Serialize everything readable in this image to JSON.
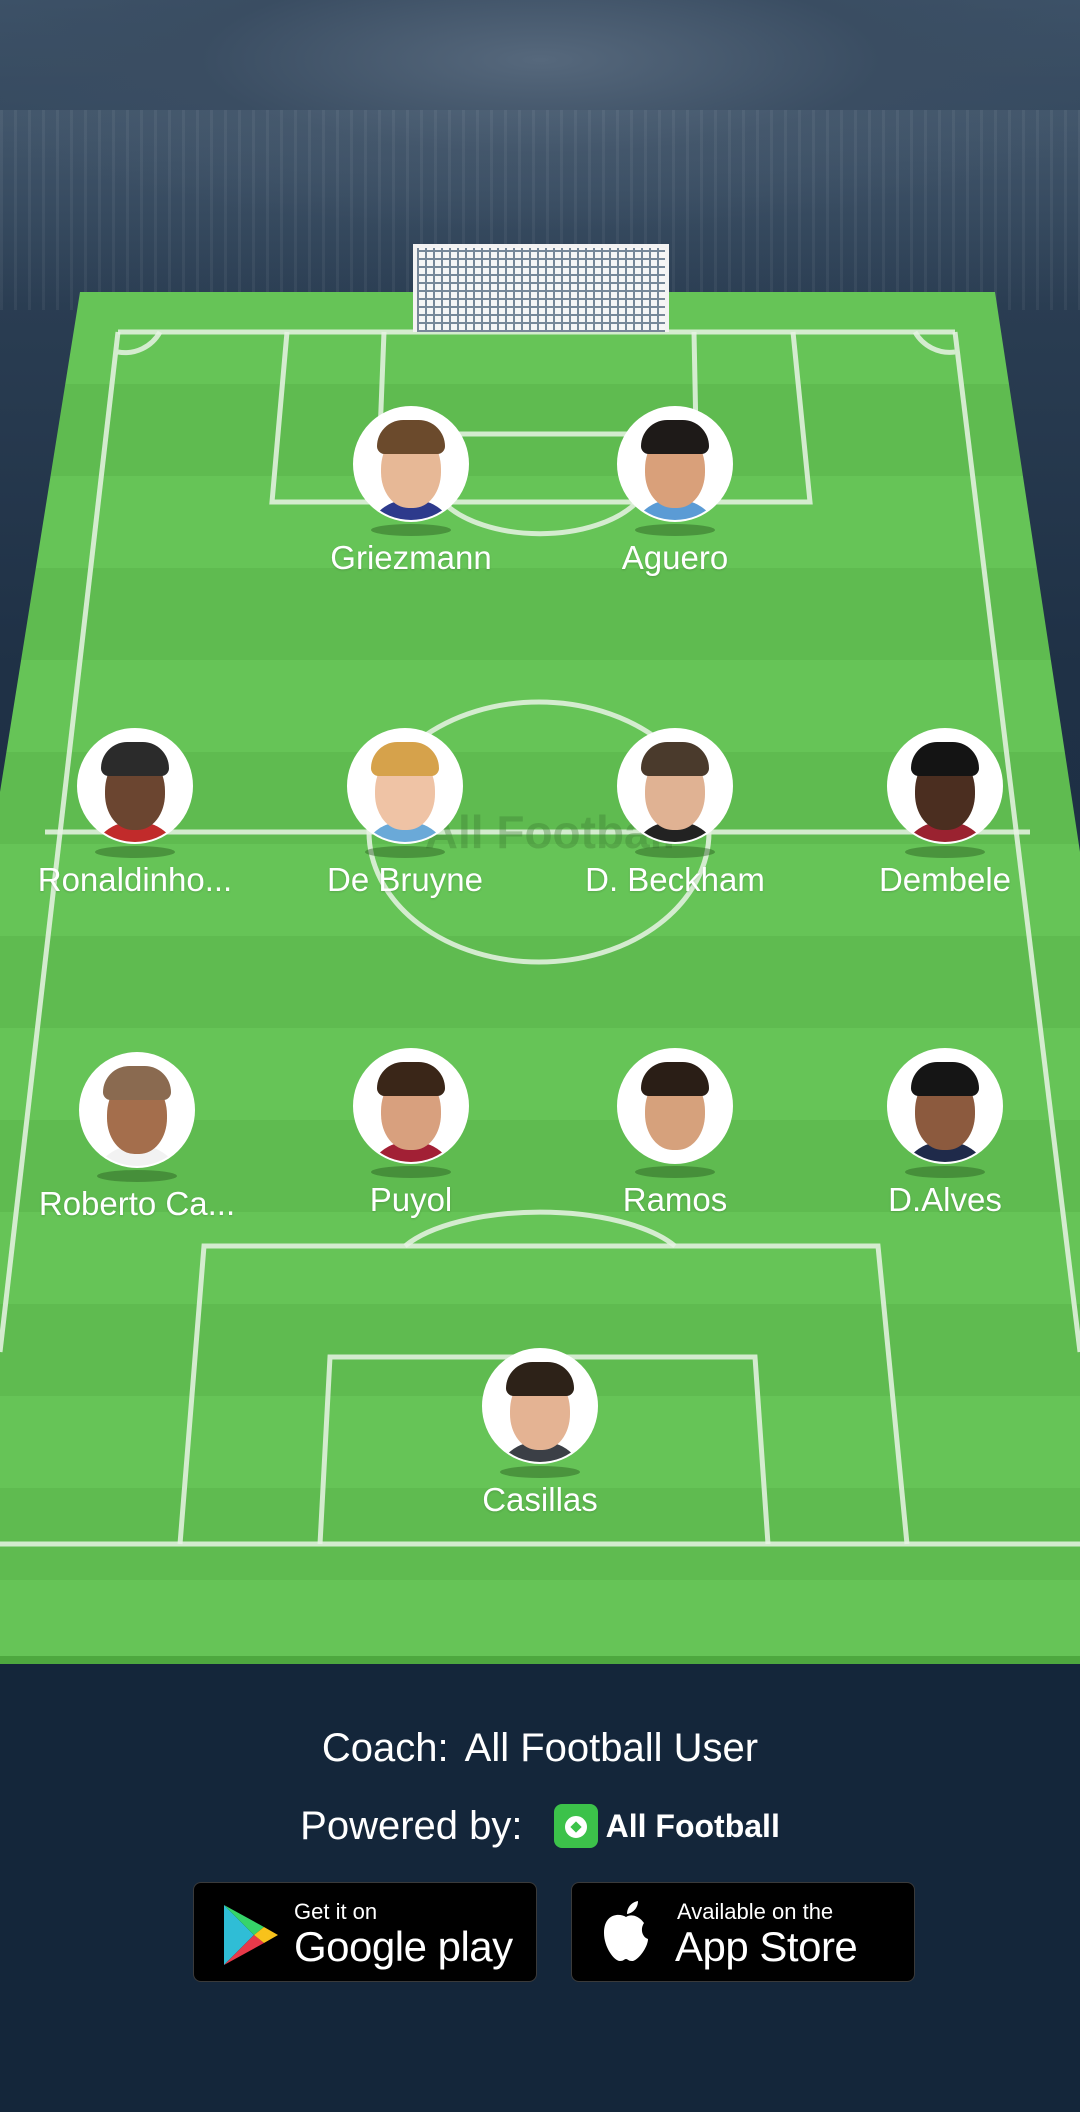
{
  "watermark": "All Football",
  "players": [
    {
      "name": "Griezmann",
      "skin": "#e7b896",
      "hair": "#6b4a2c",
      "shirt": "#2d3a8c"
    },
    {
      "name": "Aguero",
      "skin": "#d9a07a",
      "hair": "#1e1a18",
      "shirt": "#5b9bd5"
    },
    {
      "name": "Ronaldinho...",
      "skin": "#6b4530",
      "hair": "#2b2b2b",
      "shirt": "#c12b2b"
    },
    {
      "name": "De Bruyne",
      "skin": "#efc3a5",
      "hair": "#d6a24b",
      "shirt": "#6aa9d8"
    },
    {
      "name": "D. Beckham",
      "skin": "#e0b293",
      "hair": "#4a3a2c",
      "shirt": "#222222"
    },
    {
      "name": "Dembele",
      "skin": "#4b2e20",
      "hair": "#141414",
      "shirt": "#9a2230"
    },
    {
      "name": "Roberto Ca...",
      "skin": "#a46e4c",
      "hair": "#8a6a50",
      "shirt": "#f2f2f2"
    },
    {
      "name": "Puyol",
      "skin": "#d8a07e",
      "hair": "#3a2618",
      "shirt": "#a22035"
    },
    {
      "name": "Ramos",
      "skin": "#d6a17c",
      "hair": "#2a1e16",
      "shirt": "#ffffff"
    },
    {
      "name": "D.Alves",
      "skin": "#8c5a3e",
      "hair": "#151515",
      "shirt": "#1f2a4a"
    },
    {
      "name": "Casillas",
      "skin": "#e4b393",
      "hair": "#2d2218",
      "shirt": "#3b3f46"
    }
  ],
  "footer": {
    "coach_label": "Coach:",
    "coach_name": "All Football User",
    "powered_label": "Powered by:",
    "brand_name": "All Football",
    "google_small": "Get it on",
    "google_big": "Google play",
    "apple_small": "Available on the",
    "apple_big": "App Store"
  },
  "colors": {
    "pitch_light": "#66c457",
    "pitch_dark": "#5fbb50",
    "background": "#17283a",
    "brand_green": "#3cc24a"
  }
}
